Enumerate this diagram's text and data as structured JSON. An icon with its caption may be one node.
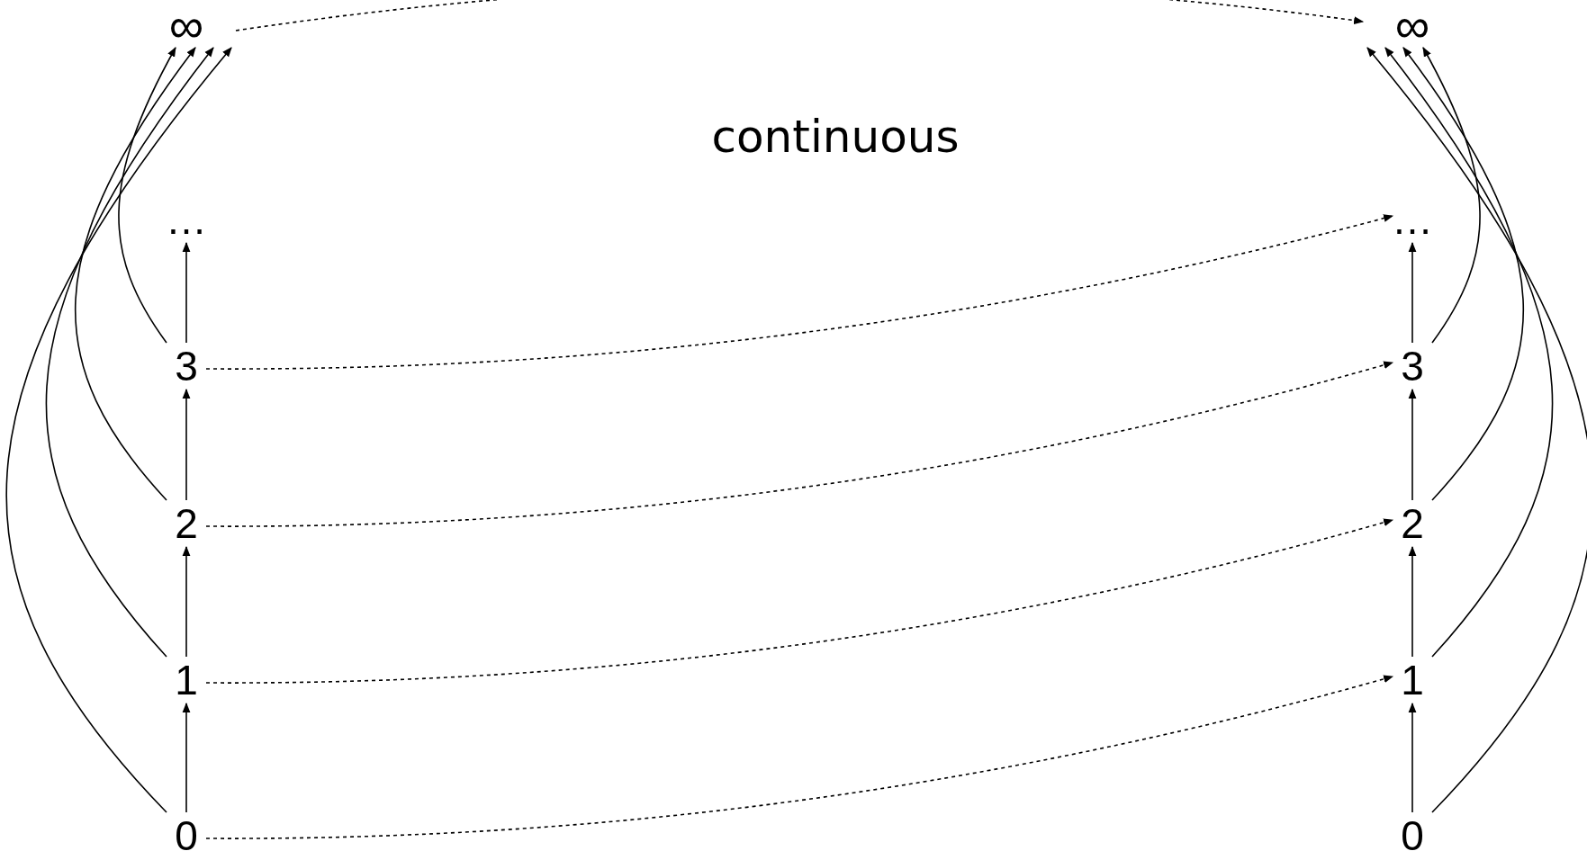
{
  "diagram": {
    "nodes": [
      {
        "text": [
          "∞"
        ]
      },
      {
        "text": [
          "…"
        ]
      },
      {
        "text": [
          "3"
        ]
      },
      {
        "text": [
          "2"
        ]
      },
      {
        "text": [
          "1"
        ]
      },
      {
        "text": [
          "0"
        ]
      },
      {
        "text": [
          "∞"
        ]
      },
      {
        "text": [
          "…"
        ]
      },
      {
        "text": [
          "3"
        ]
      },
      {
        "text": [
          "2"
        ]
      },
      {
        "text": [
          "1"
        ]
      },
      {
        "text": [
          "0"
        ]
      }
    ],
    "edges": [
      {
        "from": 5,
        "to": 4,
        "arrow": "to"
      },
      {
        "from": 4,
        "to": 3,
        "arrow": "to"
      },
      {
        "from": 3,
        "to": 2,
        "arrow": "to"
      },
      {
        "from": 2,
        "to": 1,
        "arrow": "to"
      },
      {
        "from": 5,
        "to": 0,
        "arrow": "to"
      },
      {
        "from": 4,
        "to": 0,
        "arrow": "to"
      },
      {
        "from": 3,
        "to": 0,
        "arrow": "to"
      },
      {
        "from": 2,
        "to": 0,
        "arrow": "to"
      },
      {
        "from": 11,
        "to": 10,
        "arrow": "to"
      },
      {
        "from": 10,
        "to": 9,
        "arrow": "to"
      },
      {
        "from": 9,
        "to": 8,
        "arrow": "to"
      },
      {
        "from": 8,
        "to": 7,
        "arrow": "to"
      },
      {
        "from": 11,
        "to": 6,
        "arrow": "to"
      },
      {
        "from": 10,
        "to": 6,
        "arrow": "to"
      },
      {
        "from": 9,
        "to": 6,
        "arrow": "to"
      },
      {
        "from": 8,
        "to": 6,
        "arrow": "to"
      },
      {
        "from": 0,
        "to": 6,
        "arrow": "to",
        "style": "dashed"
      },
      {
        "from": 2,
        "to": 7,
        "arrow": "to",
        "style": "dashed"
      },
      {
        "from": 3,
        "to": 8,
        "arrow": "to",
        "style": "dashed"
      },
      {
        "from": 4,
        "to": 9,
        "arrow": "to",
        "style": "dashed"
      },
      {
        "from": 5,
        "to": 10,
        "arrow": "to",
        "style": "dashed"
      }
    ],
    "labels": [
      "continuous"
    ]
  }
}
